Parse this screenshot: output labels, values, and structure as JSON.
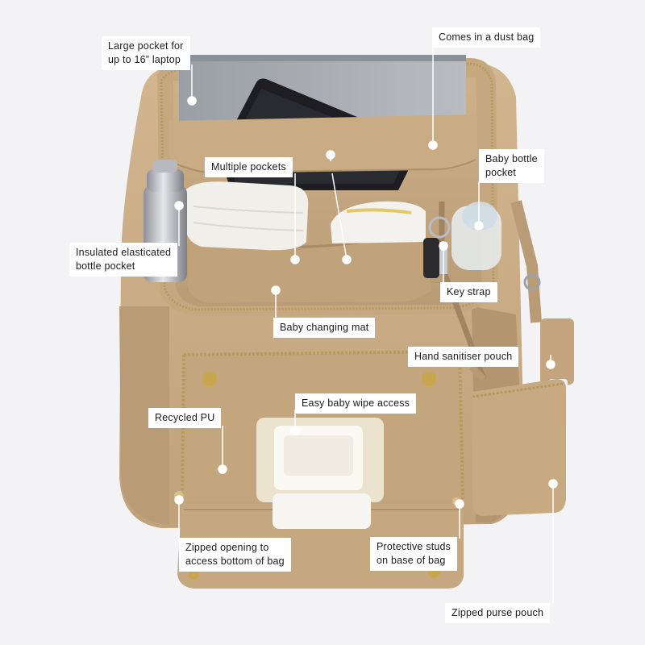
{
  "callouts": {
    "laptop": [
      "Large pocket for",
      "up to 16” laptop"
    ],
    "dust_bag": "Comes in a dust bag",
    "multiple_pockets": "Multiple pockets",
    "baby_bottle": [
      "Baby bottle",
      "pocket"
    ],
    "insulated": [
      "Insulated elasticated",
      "bottle pocket"
    ],
    "key_strap": "Key strap",
    "changing_mat": "Baby changing mat",
    "sanitiser": "Hand sanitiser pouch",
    "wipe_access": "Easy baby wipe access",
    "recycled_pu": "Recycled PU",
    "zipped_opening": [
      "Zipped opening to",
      "access bottom of bag"
    ],
    "studs": [
      "Protective studs",
      "on base of bag"
    ],
    "purse_pouch": "Zipped purse pouch"
  },
  "colors": {
    "leather": "#c8ac86",
    "leather_dark": "#a88b66",
    "background": "#f3f3f5",
    "label_bg": "#ffffff",
    "marker": "#ffffff",
    "line": "#ffffff"
  }
}
